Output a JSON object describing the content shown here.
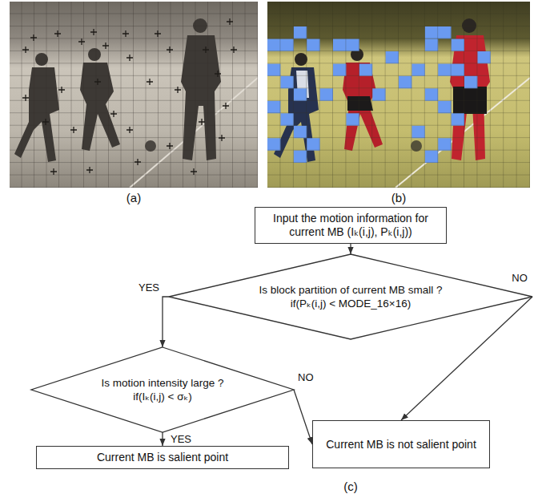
{
  "diagram": {
    "nodes": [
      {
        "text": [
          "Input the motion information for current MB (Iₖ(i,j), Pₖ(i,j))"
        ]
      },
      {
        "text": [
          "Is block partition of current MB small ?",
          "if(Pₖ(i,j) < MODE_16×16)"
        ]
      },
      {
        "text": [
          "Is motion intensity large ?",
          "if(Iₖ(i,j) < σₖ)"
        ]
      },
      {
        "text": [
          "Current MB is salient point"
        ]
      },
      {
        "text": [
          "Current MB is not salient point"
        ]
      }
    ],
    "edges": [
      {
        "from": 0,
        "to": 1,
        "arrow": "to"
      },
      {
        "from": 1,
        "to": 2,
        "label": "YES",
        "arrow": "to"
      },
      {
        "from": 1,
        "to": 4,
        "label": "NO",
        "arrow": "to"
      },
      {
        "from": 2,
        "to": 3,
        "label": "YES",
        "arrow": "to"
      },
      {
        "from": 2,
        "to": 4,
        "label": "NO",
        "arrow": "to"
      }
    ],
    "labels": [
      "(a)",
      "(b)",
      "(c)"
    ]
  }
}
